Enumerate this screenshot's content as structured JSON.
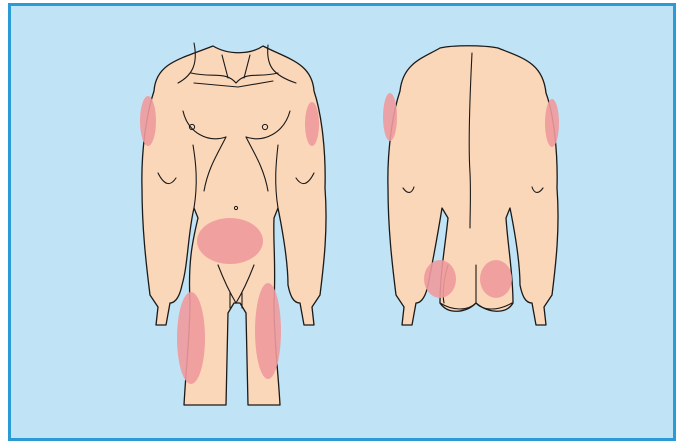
{
  "colors": {
    "background": "#c0e4f5",
    "border": "#2a9bd5",
    "skin": "#fbd7b9",
    "outline": "#1a1a1a",
    "injection_site": "#ef9a9d"
  },
  "views": [
    {
      "view": "front",
      "highlighted_sites": [
        "left-upper-arm",
        "right-upper-arm",
        "abdomen",
        "left-thigh",
        "right-thigh"
      ]
    },
    {
      "view": "back",
      "highlighted_sites": [
        "left-upper-arm",
        "right-upper-arm",
        "left-buttock",
        "right-buttock"
      ]
    }
  ]
}
